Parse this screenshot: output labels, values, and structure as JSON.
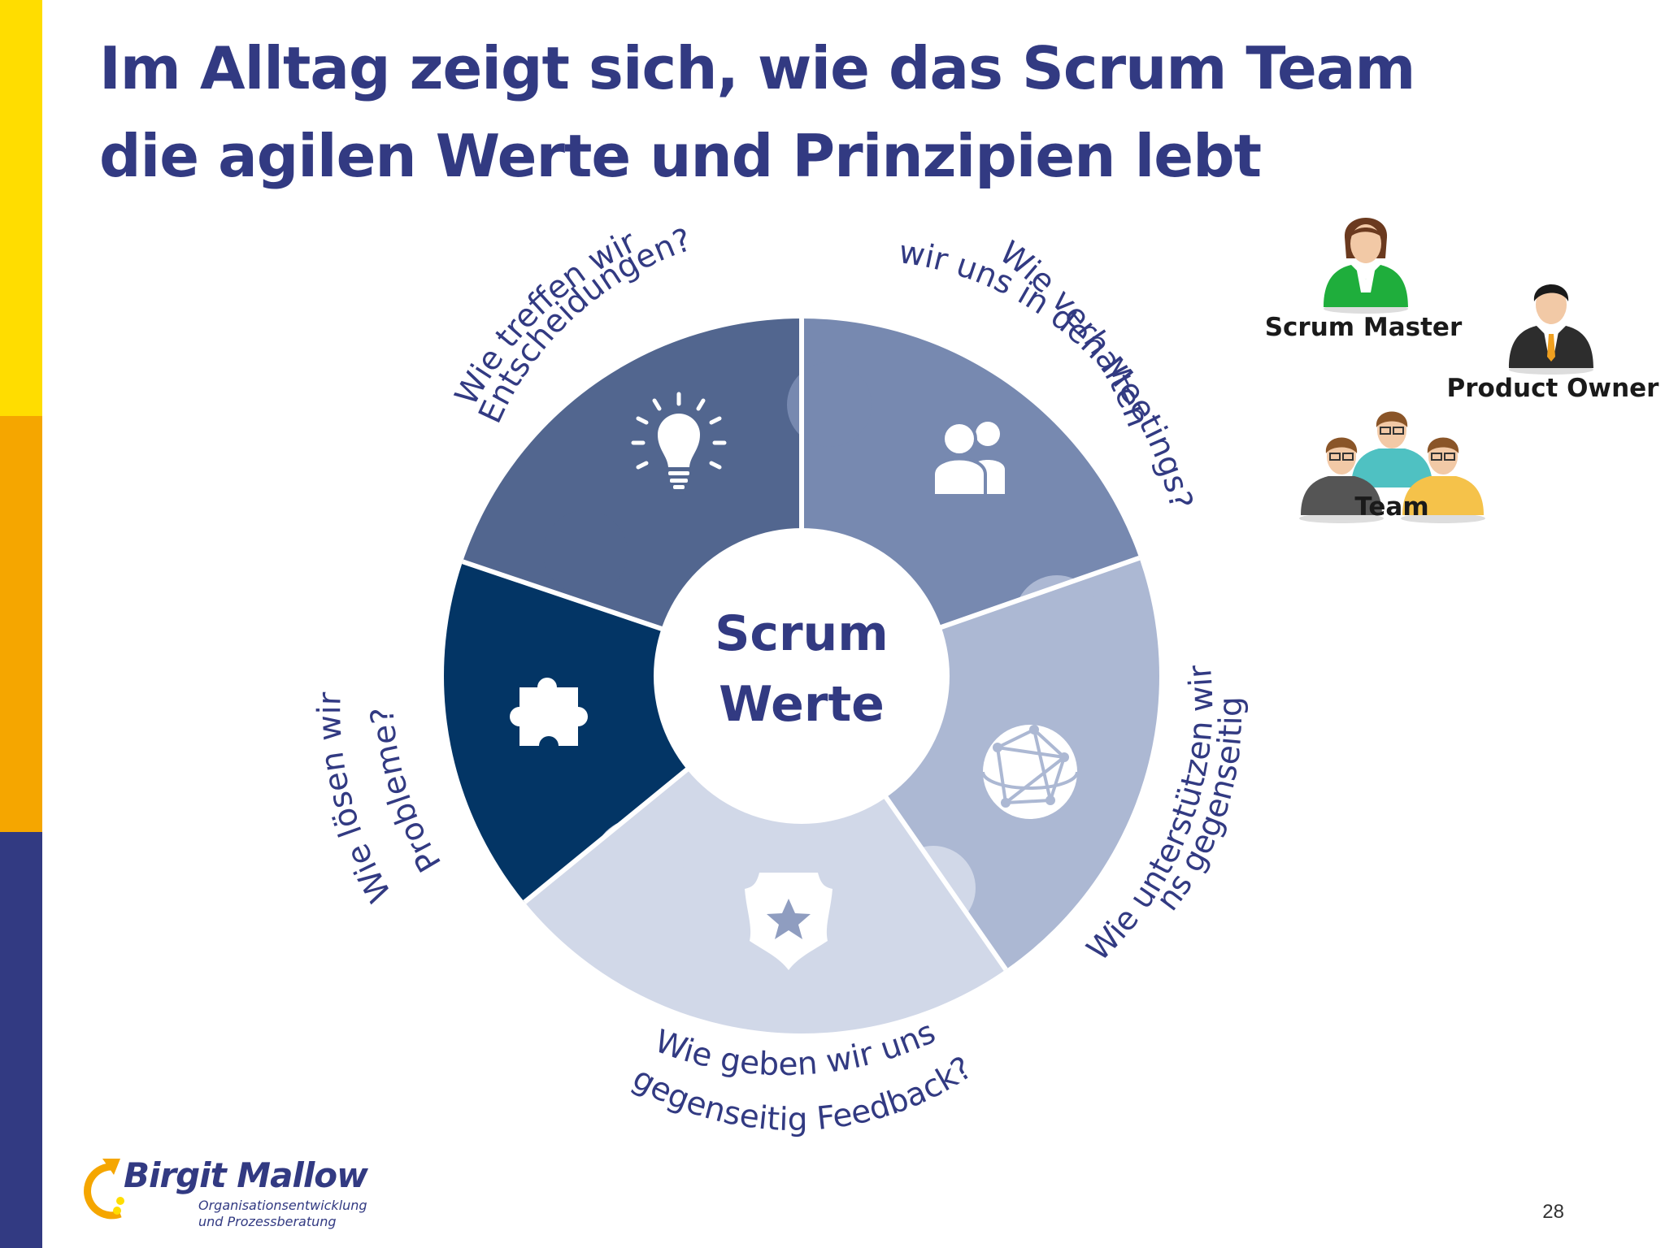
{
  "title": "Im Alltag zeigt sich, wie das Scrum Team die agilen Werte und Prinzipien lebt",
  "center": {
    "line1": "Scrum",
    "line2": "Werte"
  },
  "segments": [
    {
      "id": "decisions",
      "icon": "lightbulb-icon",
      "color": "#52668f",
      "labels": [
        "Wie treffen wir",
        "Entscheidungen?"
      ]
    },
    {
      "id": "meetings",
      "icon": "people-icon",
      "color": "#7789b0",
      "labels": [
        "Wie verhalten",
        "wir uns in den Meetings?"
      ]
    },
    {
      "id": "support",
      "icon": "globe-icon",
      "color": "#acb8d3",
      "labels": [
        "Wie unterstützen wir",
        "uns gegenseitig?"
      ]
    },
    {
      "id": "feedback",
      "icon": "badge-icon",
      "color": "#d1d8e8",
      "labels": [
        "Wie geben wir uns",
        "gegenseitig Feedback?"
      ]
    },
    {
      "id": "problems",
      "icon": "puzzle-icon",
      "color": "#033565",
      "labels": [
        "Wie lösen wir",
        "Probleme?"
      ]
    }
  ],
  "roles": {
    "scrum_master": "Scrum Master",
    "product_owner": "Product Owner",
    "team": "Team"
  },
  "logo": {
    "name": "Birgit Mallow",
    "subtitle_line1": "Organisationsentwicklung",
    "subtitle_line2": "und Prozessberatung"
  },
  "page_number": "28",
  "colors": {
    "title": "#323a82",
    "stripe_yellow": "#ffdd00",
    "stripe_orange": "#f5a600",
    "stripe_navy": "#323a82"
  }
}
